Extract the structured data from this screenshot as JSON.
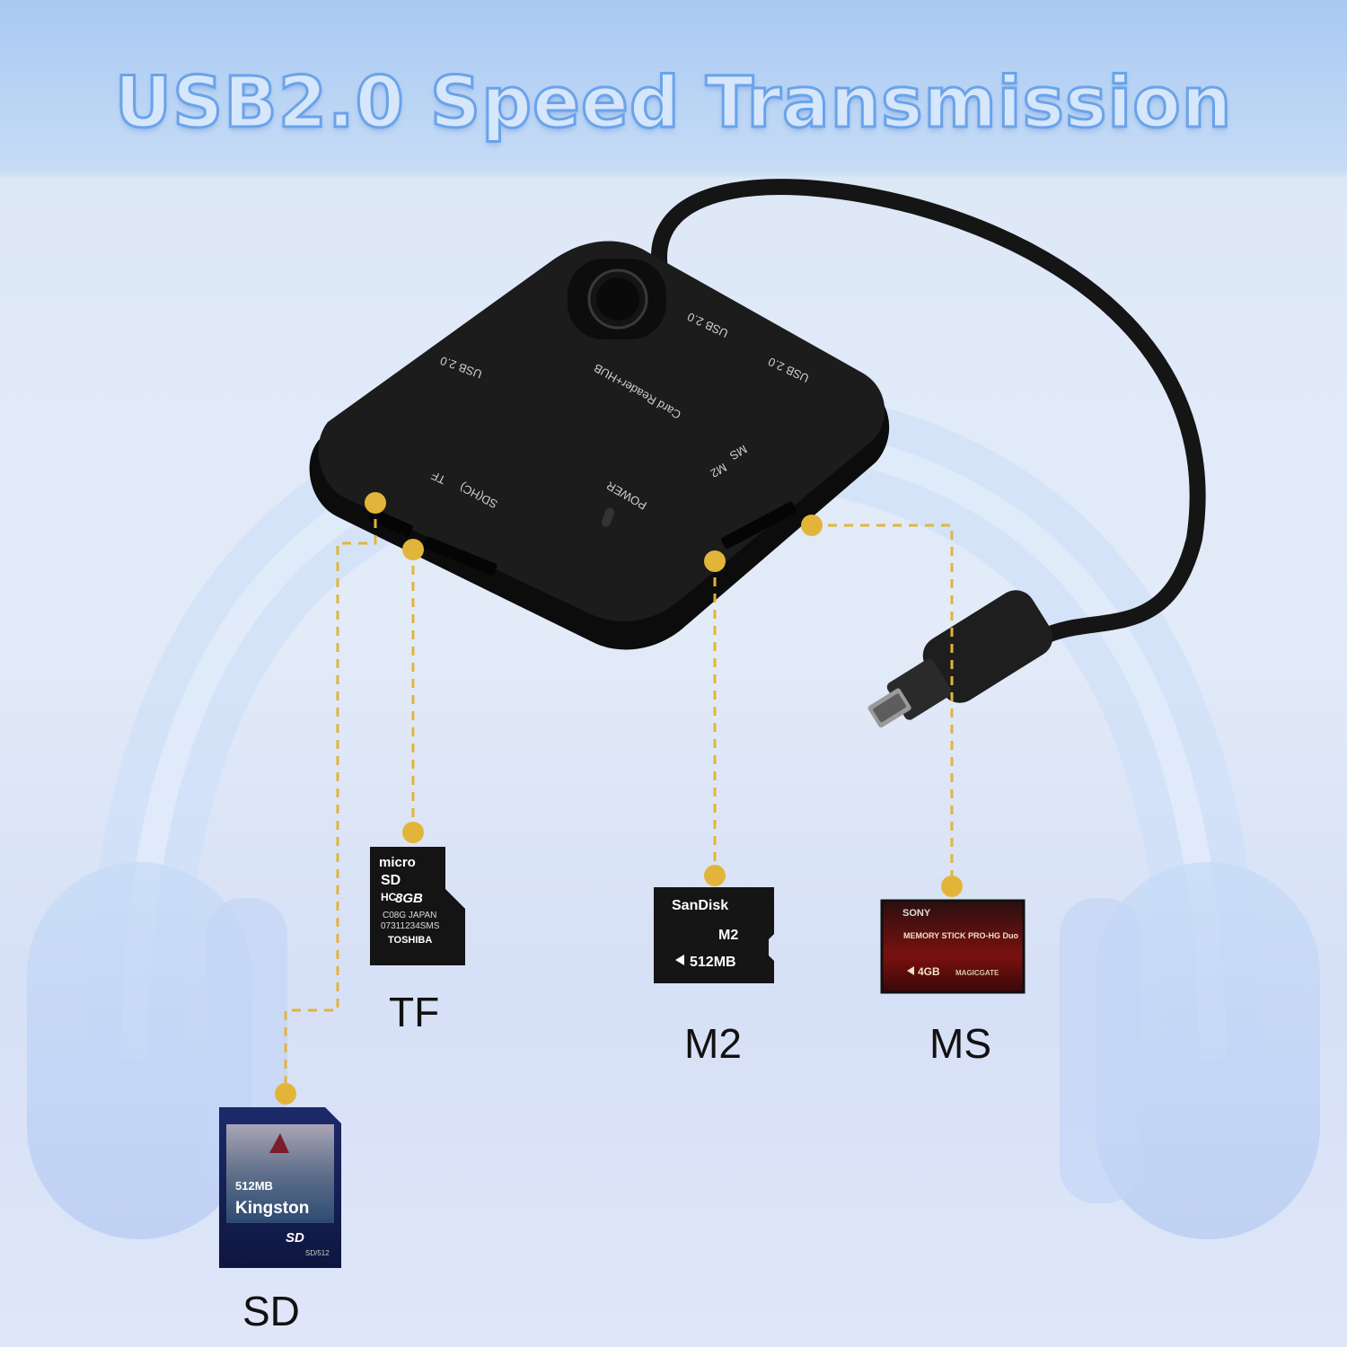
{
  "headline": "USB2.0 Speed Transmission",
  "hub": {
    "name": "Card Reader+HUB",
    "ports": [
      "USB 2.0",
      "USB 2.0",
      "USB 2.0"
    ],
    "power": "POWER",
    "sdhc": "SD(HC)",
    "tf": "TF",
    "ms": "MS",
    "m2": "M2"
  },
  "cards": {
    "tf": {
      "label": "TF",
      "brand_top": "micro",
      "brand_sd": "SD",
      "brand_hc": "HC",
      "capacity": "8GB",
      "code1": "C08G JAPAN",
      "code2": "07311234SMS",
      "maker": "TOSHIBA"
    },
    "m2": {
      "label": "M2",
      "maker": "SanDisk",
      "type": "M2",
      "capacity": "512MB"
    },
    "ms": {
      "label": "MS",
      "maker": "SONY",
      "line": "MEMORY STICK PRO-HG Duo",
      "capacity": "4GB",
      "magicgate": "MAGICGATE"
    },
    "sd": {
      "label": "SD",
      "capacity": "512MB",
      "maker": "Kingston",
      "logo": "SD",
      "code": "SD/512"
    }
  },
  "colors": {
    "accent_line": "#e2b53a",
    "hub_body": "#1a1a1a",
    "headline_fill": "#d6e6fb",
    "headline_stroke": "#6aa3ea"
  }
}
